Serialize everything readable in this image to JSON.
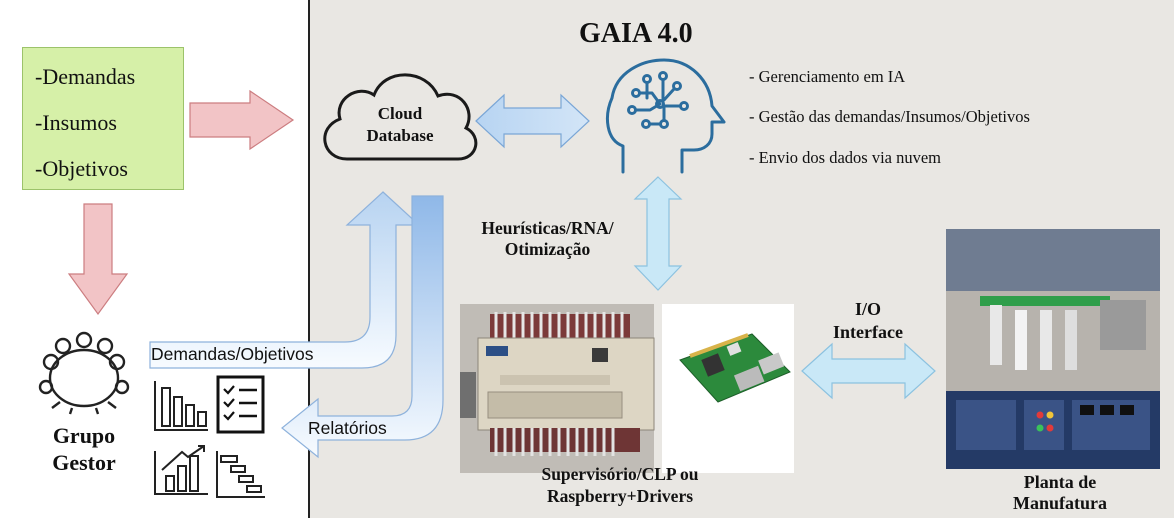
{
  "title": "GAIA 4.0",
  "inputs": [
    "-Demandas",
    "-Insumos",
    "-Objetivos"
  ],
  "cloud_label": [
    "Cloud",
    "Database"
  ],
  "features": [
    "- Gerenciamento em IA",
    "- Gestão das demandas/Insumos/Objetivos",
    "- Envio dos dados via nuvem"
  ],
  "heuristics_label": [
    "Heurísticas/RNA/",
    "Otimização"
  ],
  "demandas_arrow_label": "Demandas/Objetivos",
  "relatorios_arrow_label": "Relatórios",
  "gestor_label": [
    "Grupo",
    "Gestor"
  ],
  "supervisorio_label": [
    "Supervisório/CLP ou",
    "Raspberry+Drivers"
  ],
  "io_label": [
    "I/O",
    "Interface"
  ],
  "plant_label": [
    "Planta de",
    "Manufatura"
  ],
  "colors": {
    "panel": "#e9e7e3",
    "inputs_box": "#d6f0a8",
    "pink_arrow": "#f2c4c6",
    "blue_arrow": "#bcd6f1",
    "brain": "#2b6d9e"
  },
  "icons": [
    "people-icon",
    "bar-chart-icon",
    "checklist-icon",
    "growth-chart-icon",
    "gantt-icon",
    "cloud-icon",
    "brain-ai-icon"
  ]
}
